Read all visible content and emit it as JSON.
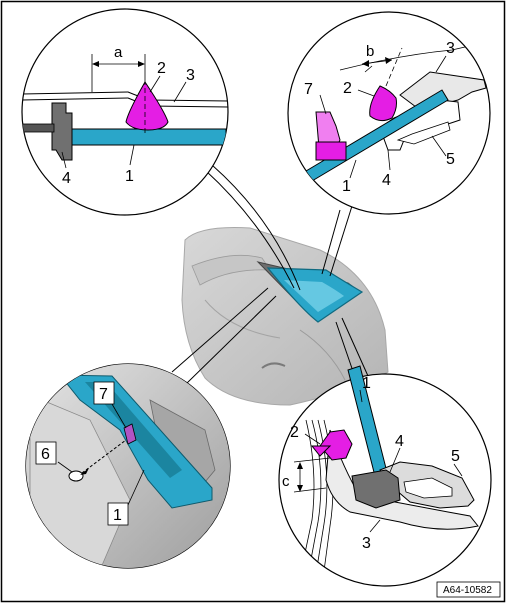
{
  "figure_ref": "A64-10582",
  "colors": {
    "molding": "#2aa6c9",
    "molding_dark": "#15788f",
    "clip": "#e41ee4",
    "clip_light": "#f07ff0",
    "seal": "#707070",
    "outline": "#000000"
  },
  "detail_top_left": {
    "labels": {
      "dim": "a",
      "clip": "2",
      "panel": "3",
      "seal": "4",
      "molding": "1"
    }
  },
  "detail_top_right": {
    "labels": {
      "dim": "b",
      "tool": "7",
      "clip": "2",
      "panel": "3",
      "seal": "4",
      "bracket": "5",
      "molding": "1"
    }
  },
  "detail_bottom_left": {
    "labels": {
      "tool": "7",
      "screw": "6",
      "molding": "1"
    }
  },
  "detail_bottom_right": {
    "labels": {
      "molding": "1",
      "clip": "2",
      "seal": "4",
      "bracket": "5",
      "dim": "c",
      "panel": "3"
    }
  }
}
